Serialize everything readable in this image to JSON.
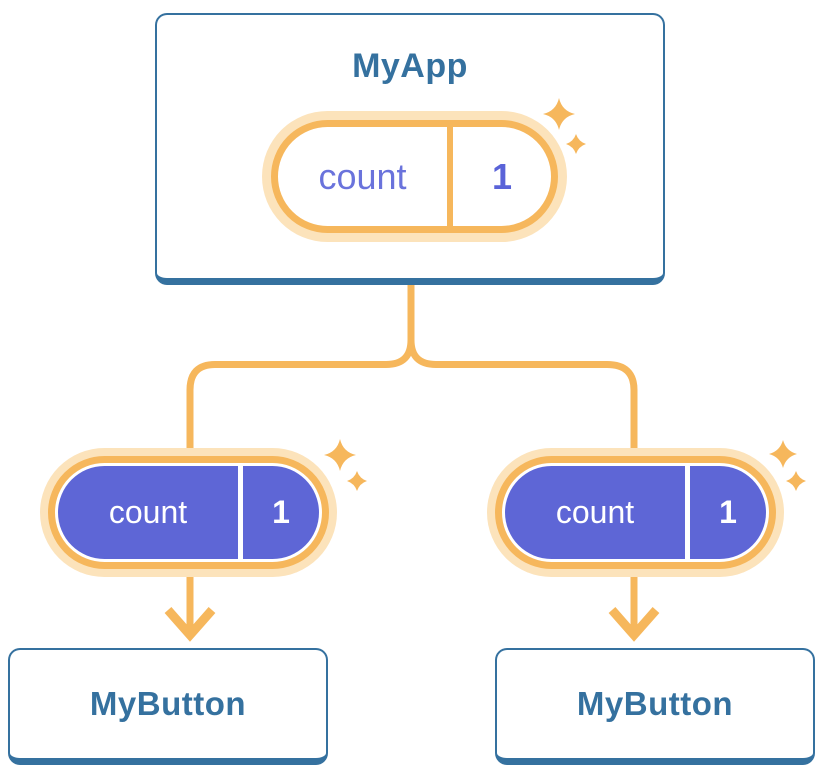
{
  "diagram": {
    "colors": {
      "blue": "#35719F",
      "orange": "#F6B75C",
      "orange_halo": "#FCE3BB",
      "purple": "#5E66D6",
      "purple_text": "#6A73DC",
      "purple_value": "#5A63D8",
      "white": "#FFFFFF",
      "background": "#FFFFFF"
    },
    "root": {
      "title": "MyApp",
      "state": {
        "name": "count",
        "value": "1"
      }
    },
    "children": [
      {
        "title": "MyButton",
        "state": {
          "name": "count",
          "value": "1"
        }
      },
      {
        "title": "MyButton",
        "state": {
          "name": "count",
          "value": "1"
        }
      }
    ]
  }
}
